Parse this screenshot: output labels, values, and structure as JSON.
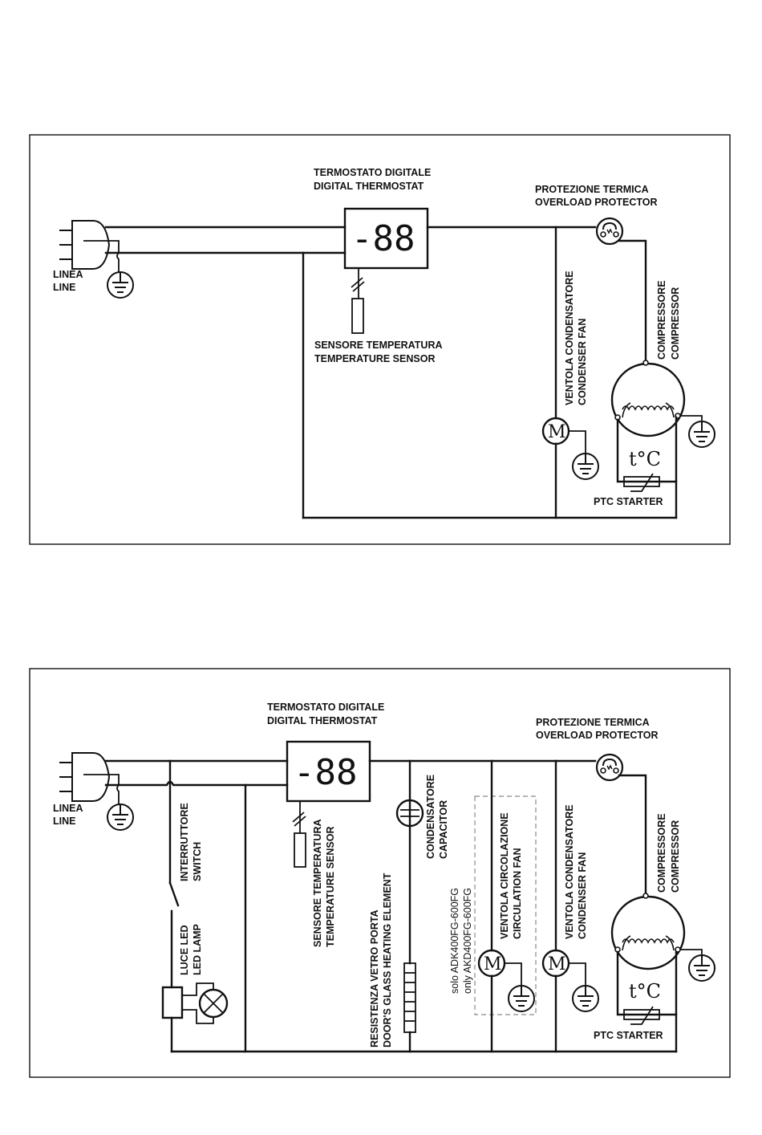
{
  "diagram1": {
    "thermostat": {
      "line1": "TERMOSTATO DIGITALE",
      "line2": "DIGITAL THERMOSTAT",
      "display": "-88"
    },
    "overload": {
      "line1": "PROTEZIONE TERMICA",
      "line2": "OVERLOAD PROTECTOR"
    },
    "line": {
      "line1": "LINEA",
      "line2": "LINE"
    },
    "sensor": {
      "line1": "SENSORE TEMPERATURA",
      "line2": "TEMPERATURE SENSOR"
    },
    "condenser_fan": {
      "line1": "VENTOLA CONDENSATORE",
      "line2": "CONDENSER FAN"
    },
    "compressor": {
      "line1": "COMPRESSORE",
      "line2": "COMPRESSOR"
    },
    "motor_letter": "M",
    "tc": "t°C",
    "ptc": "PTC STARTER"
  },
  "diagram2": {
    "thermostat": {
      "line1": "TERMOSTATO DIGITALE",
      "line2": "DIGITAL THERMOSTAT",
      "display": "-88"
    },
    "overload": {
      "line1": "PROTEZIONE TERMICA",
      "line2": "OVERLOAD PROTECTOR"
    },
    "line": {
      "line1": "LINEA",
      "line2": "LINE"
    },
    "switch": {
      "line1": "INTERRUTTORE",
      "line2": "SWITCH"
    },
    "led": {
      "line1": "LUCE LED",
      "line2": "LED LAMP"
    },
    "sensor": {
      "line1": "SENSORE TEMPERATURA",
      "line2": "TEMPERATURE SENSOR"
    },
    "heater": {
      "line1": "RESISTENZA VETRO PORTA",
      "line2": "DOOR'S GLASS HEATING ELEMENT"
    },
    "capacitor": {
      "line1": "CONDENSATORE",
      "line2": "CAPACITOR"
    },
    "models": {
      "line1": "solo ADK400FG-600FG",
      "line2": "only AKD400FG-600FG"
    },
    "circulation_fan": {
      "line1": "VENTOLA CIRCOLAZIONE",
      "line2": "CIRCULATION FAN"
    },
    "condenser_fan": {
      "line1": "VENTOLA CONDENSATORE",
      "line2": "CONDENSER FAN"
    },
    "compressor": {
      "line1": "COMPRESSORE",
      "line2": "COMPRESSOR"
    },
    "motor_letter": "M",
    "tc": "t°C",
    "ptc": "PTC STARTER"
  }
}
